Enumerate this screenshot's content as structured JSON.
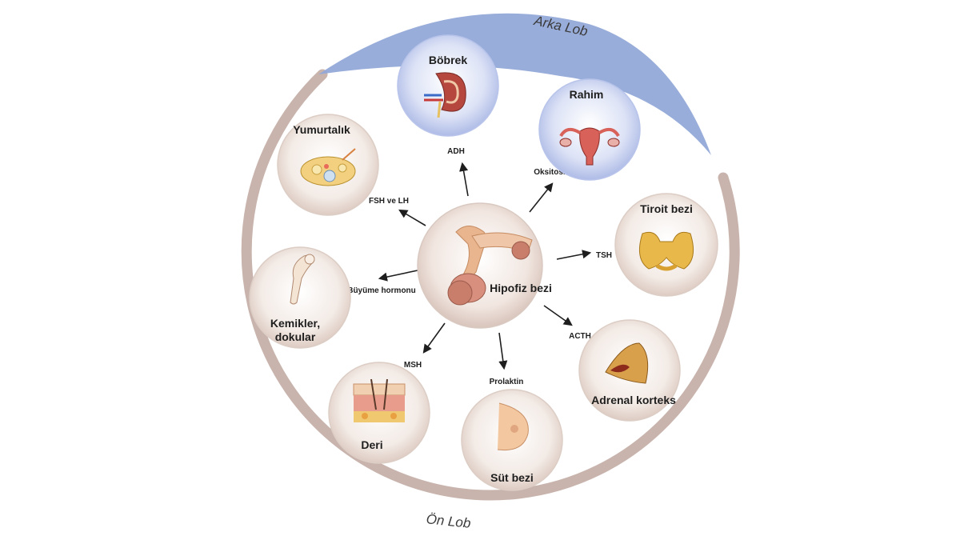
{
  "colors": {
    "posterior": "#93a9d8",
    "anterior": "#c8b4ad",
    "organ_warm": "#efe3dc",
    "organ_cool": "#c2cdee",
    "arrow": "#1e1e1e"
  },
  "lobes": {
    "posterior": "Arka Lob",
    "anterior": "Ön Lob"
  },
  "center": {
    "label": "Hipofiz bezi",
    "icon": "pituitary-icon"
  },
  "organs": [
    {
      "key": "kidney",
      "label": "Böbrek",
      "hormone": "ADH",
      "icon": "kidney-icon",
      "tone": "cool"
    },
    {
      "key": "uterus",
      "label": "Rahim",
      "hormone": "Oksitosin",
      "icon": "uterus-icon",
      "tone": "cool"
    },
    {
      "key": "thyroid",
      "label": "Tiroit bezi",
      "hormone": "TSH",
      "icon": "thyroid-icon",
      "tone": "warm"
    },
    {
      "key": "adrenal",
      "label": "Adrenal korteks",
      "hormone": "ACTH",
      "icon": "adrenal-icon",
      "tone": "warm"
    },
    {
      "key": "breast",
      "label": "Süt bezi",
      "hormone": "Prolaktin",
      "icon": "breast-icon",
      "tone": "warm"
    },
    {
      "key": "skin",
      "label": "Deri",
      "hormone": "MSH",
      "icon": "skin-icon",
      "tone": "warm"
    },
    {
      "key": "bone",
      "label": "Kemikler,|dokular",
      "hormone": "Büyüme hormonu",
      "icon": "bone-icon",
      "tone": "warm"
    },
    {
      "key": "ovary",
      "label": "Yumurtalık",
      "hormone": "FSH  ve LH",
      "icon": "ovary-icon",
      "tone": "warm"
    }
  ]
}
